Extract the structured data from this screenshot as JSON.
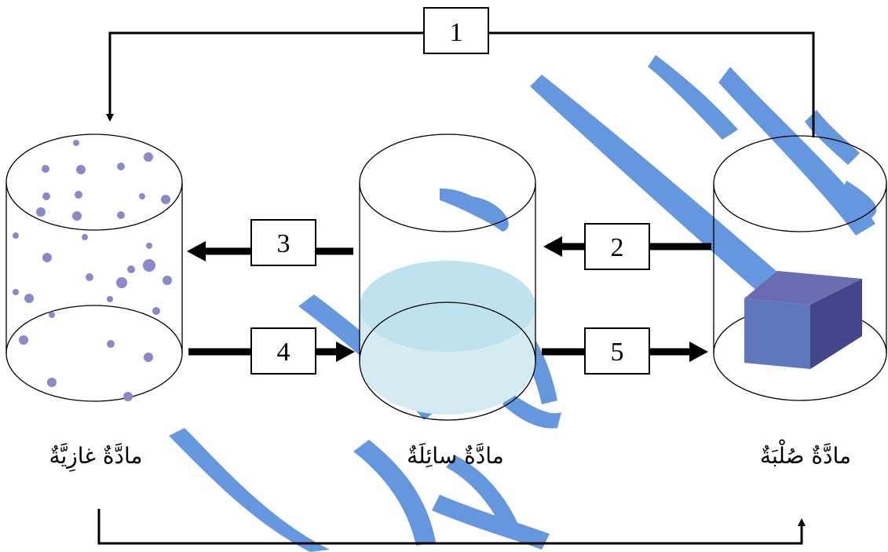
{
  "diagram": {
    "states": {
      "gas": {
        "label": "مادَّةٌ غازِيَّةٌ"
      },
      "liquid": {
        "label": "مادَّةٌ سائِلَةٌ"
      },
      "solid": {
        "label": "مادَّةٌ صُلْبَةٌ"
      }
    },
    "processes": [
      {
        "id": "1",
        "label": "1",
        "from": "solid",
        "to": "gas"
      },
      {
        "id": "2",
        "label": "2",
        "from": "solid",
        "to": "liquid"
      },
      {
        "id": "3",
        "label": "3",
        "from": "liquid",
        "to": "gas"
      },
      {
        "id": "4",
        "label": "4",
        "from": "gas",
        "to": "liquid"
      },
      {
        "id": "5",
        "label": "5",
        "from": "liquid",
        "to": "solid"
      },
      {
        "id": "6",
        "label": "",
        "from": "gas",
        "to": "solid"
      }
    ],
    "colors": {
      "gas_particles": "#8a89c9",
      "liquid": "#bfe3ee",
      "cube_front": "#5f78bb",
      "cube_top": "#6a6bb0",
      "cube_side": "#44468c",
      "watermark": "#4a86d8"
    }
  }
}
